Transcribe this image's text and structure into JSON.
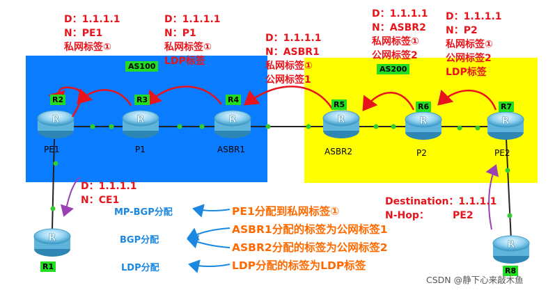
{
  "regions": {
    "as100_label": "AS100",
    "as200_label": "AS200"
  },
  "devices": [
    {
      "id": "R2",
      "label": "PE1"
    },
    {
      "id": "R3",
      "label": "P1"
    },
    {
      "id": "R4",
      "label": "ASBR1"
    },
    {
      "id": "R5",
      "label": "ASBR2"
    },
    {
      "id": "R6",
      "label": "P2"
    },
    {
      "id": "R7",
      "label": "PE2"
    },
    {
      "id": "R1",
      "label": ""
    },
    {
      "id": "R8",
      "label": ""
    }
  ],
  "router_glyph": "R",
  "annotations": {
    "pe1_in": [
      "D：1.1.1.1",
      "N：PE1",
      "私网标签①"
    ],
    "p1_in": [
      "D：1.1.1.1",
      "N：P1",
      "私网标签①",
      "LDP标签"
    ],
    "asbr1_in": [
      "D：1.1.1.1",
      "N：ASBR1",
      "私网标签①",
      "公网标签1"
    ],
    "asbr2_in": [
      "D：1.1.1.1",
      "N：ASBR2",
      "私网标签①",
      "公网标签2"
    ],
    "p2_in": [
      "D：1.1.1.1",
      "N：P2",
      "私网标签①",
      "公网标签2",
      "LDP标签"
    ],
    "ce1_in": [
      "D：1.1.1.1",
      "N：CE1"
    ],
    "pe2_in": [
      "Destination：1.1.1.1",
      "N-Hop：       PE2"
    ]
  },
  "legend": {
    "protocols": [
      "MP-BGP分配",
      "BGP分配",
      "LDP分配"
    ],
    "notes": [
      "PE1分配到私网标签①",
      "ASBR1分配的标签为公网标签1",
      "ASBR2分配的标签为公网标签2",
      "LDP分配的标签为LDP标签"
    ]
  },
  "watermark": "CSDN @静下心来敲木鱼",
  "colors": {
    "as100": "#0a7cff",
    "as200": "#ffff00",
    "arrow_red": "#e8141b",
    "arrow_purple": "#9b3fb5",
    "arrow_blue": "#1a87e0",
    "note": "#ff6a00",
    "tag": "#22dd22"
  }
}
